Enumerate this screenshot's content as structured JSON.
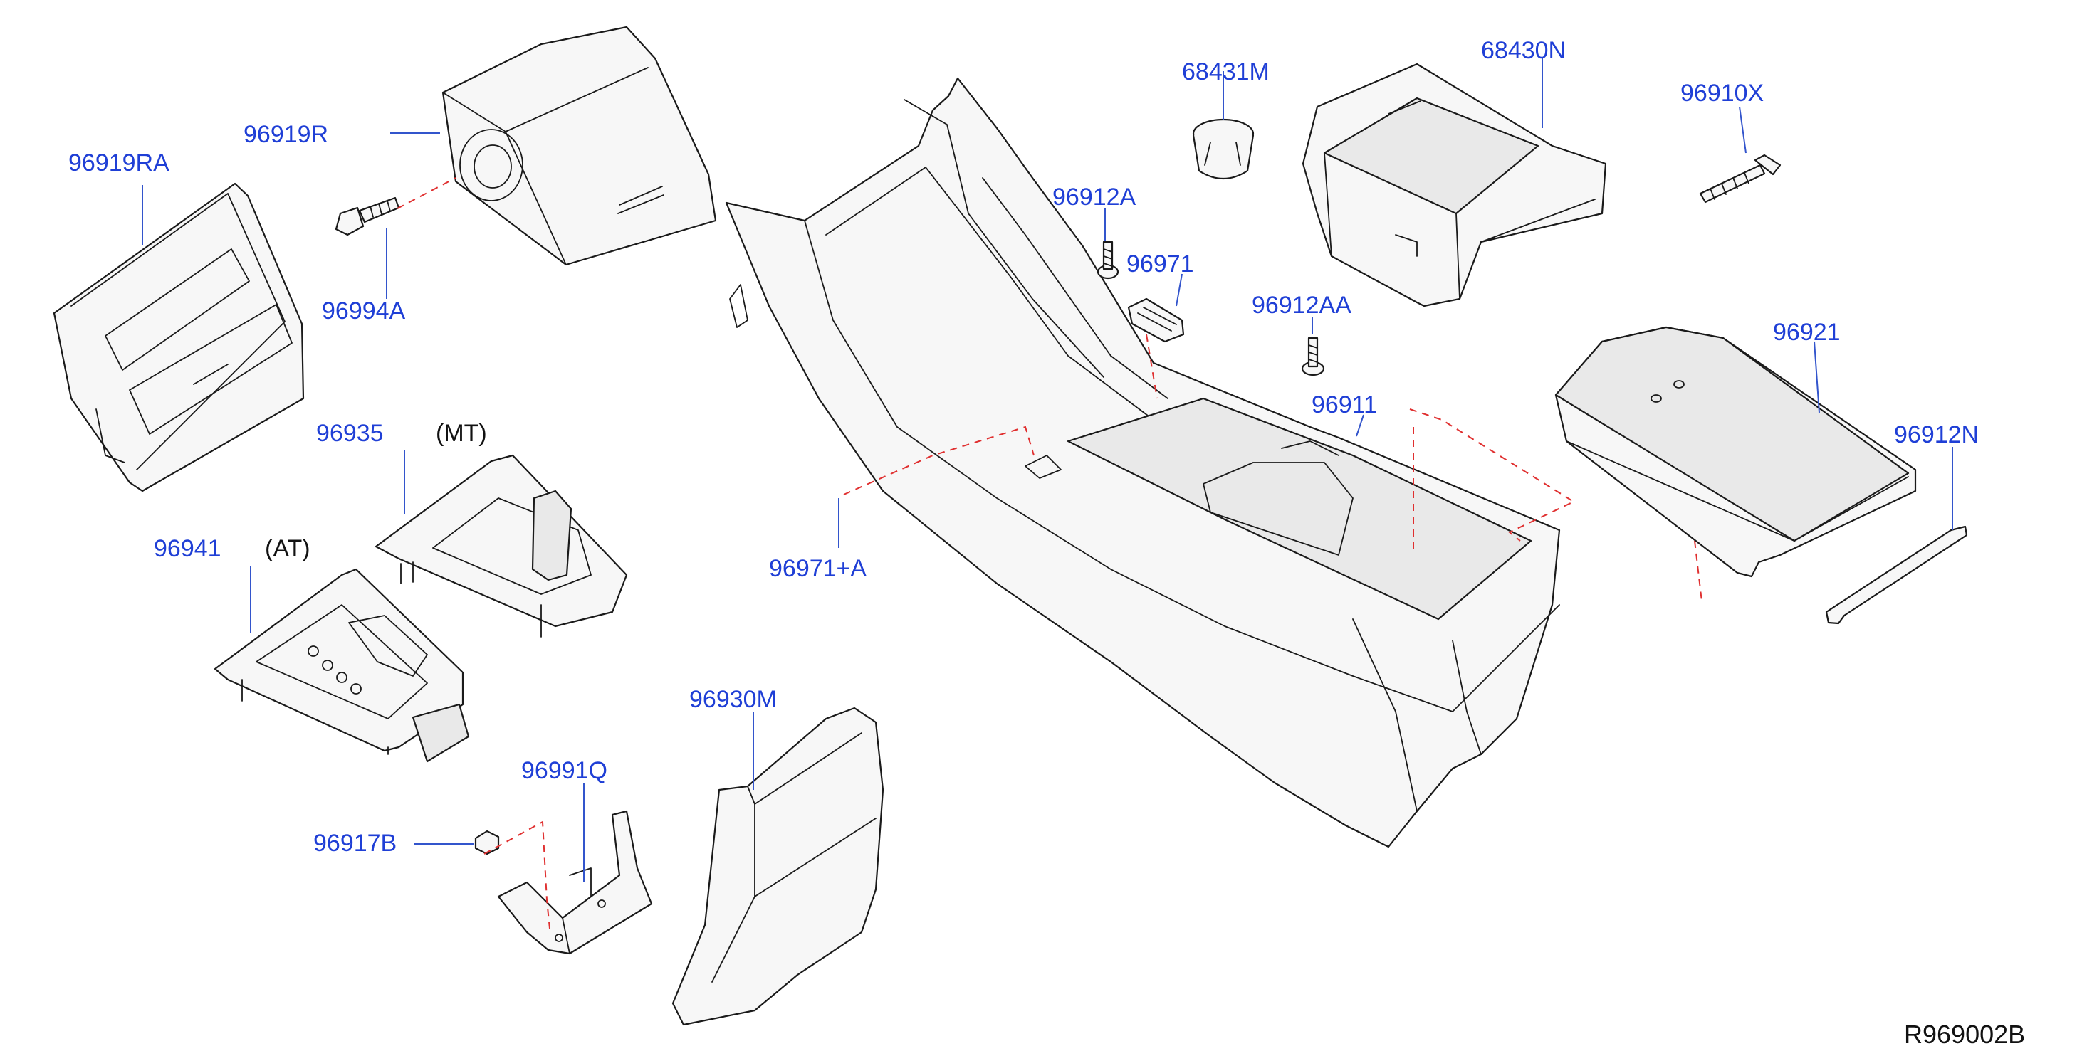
{
  "diagram": {
    "reference_code": "R969002B",
    "parts": [
      {
        "id": "68431M",
        "label": "68431M"
      },
      {
        "id": "68430N",
        "label": "68430N"
      },
      {
        "id": "96910X",
        "label": "96910X"
      },
      {
        "id": "96919R",
        "label": "96919R"
      },
      {
        "id": "96919RA",
        "label": "96919RA"
      },
      {
        "id": "96994A",
        "label": "96994A"
      },
      {
        "id": "96912A",
        "label": "96912A"
      },
      {
        "id": "96971",
        "label": "96971"
      },
      {
        "id": "96912AA",
        "label": "96912AA"
      },
      {
        "id": "96921",
        "label": "96921"
      },
      {
        "id": "96911",
        "label": "96911"
      },
      {
        "id": "96912N",
        "label": "96912N"
      },
      {
        "id": "96935",
        "label": "96935",
        "note": "(MT)"
      },
      {
        "id": "96941",
        "label": "96941",
        "note": "(AT)"
      },
      {
        "id": "96971A",
        "label": "96971+A"
      },
      {
        "id": "96930M",
        "label": "96930M"
      },
      {
        "id": "96991Q",
        "label": "96991Q"
      },
      {
        "id": "96917B",
        "label": "96917B"
      }
    ]
  }
}
